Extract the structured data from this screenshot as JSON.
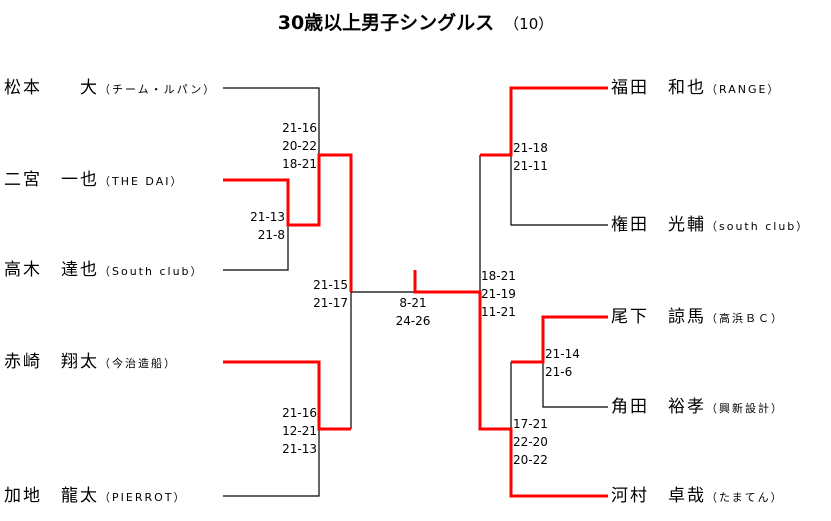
{
  "title": "30歳以上男子シングルス",
  "subtitle": "（10）",
  "players_left": [
    {
      "name": "松本　　大",
      "team": "（チーム・ルパン）"
    },
    {
      "name": "二宮　一也",
      "team": "（THE DAI）"
    },
    {
      "name": "高木　達也",
      "team": "（South club）"
    },
    {
      "name": "赤崎　翔太",
      "team": "（今治造船）"
    },
    {
      "name": "加地　龍太",
      "team": "（PIERROT）"
    }
  ],
  "players_right": [
    {
      "name": "福田　和也",
      "team": "（RANGE）"
    },
    {
      "name": "権田　光輔",
      "team": "（south club）"
    },
    {
      "name": "尾下　諒馬",
      "team": "（高浜ＢＣ）"
    },
    {
      "name": "角田　裕孝",
      "team": "（興新設計）"
    },
    {
      "name": "河村　卓哉",
      "team": "（たまてん）"
    }
  ],
  "scores": {
    "l_r2_top": [
      "21-16",
      "20-22",
      "18-21"
    ],
    "l_r1": [
      "21-13",
      "21-8"
    ],
    "l_semi": [
      "21-15",
      "21-17"
    ],
    "l_r1_bottom": [
      "21-16",
      "12-21",
      "21-13"
    ],
    "final": [
      "8-21",
      "24-26"
    ],
    "r_semi": [
      "18-21",
      "21-19",
      "11-21"
    ],
    "r_r1_top": [
      "21-18",
      "21-11"
    ],
    "r_r1_bottom": [
      "21-14",
      "21-6"
    ],
    "r_r2_bottom": [
      "17-21",
      "22-20",
      "20-22"
    ]
  },
  "colors": {
    "winner": "#ff0000",
    "line": "#000000"
  }
}
